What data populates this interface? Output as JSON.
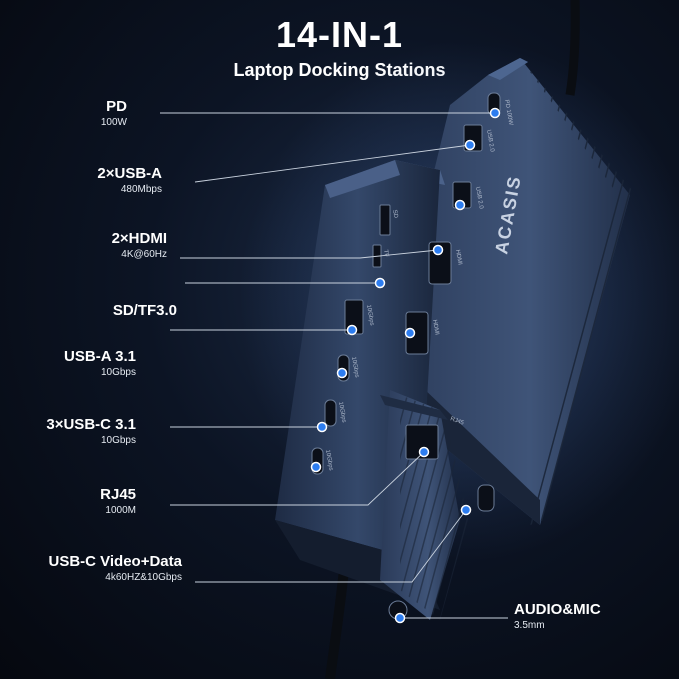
{
  "header": {
    "title": "14-IN-1",
    "subtitle": "Laptop Docking Stations"
  },
  "brand": "ACASIS",
  "ports": [
    {
      "name": "PD",
      "spec": "100W"
    },
    {
      "name": "2×USB-A",
      "spec": "480Mbps"
    },
    {
      "name": "2×HDMI",
      "spec": "4K@60Hz"
    },
    {
      "name": "SD/TF3.0",
      "spec": ""
    },
    {
      "name": "USB-A 3.1",
      "spec": "10Gbps"
    },
    {
      "name": "3×USB-C 3.1",
      "spec": "10Gbps"
    },
    {
      "name": "RJ45",
      "spec": "1000M"
    },
    {
      "name": "USB-C Video+Data",
      "spec": "4k60HZ&10Gbps"
    },
    {
      "name": "AUDIO&MIC",
      "spec": "3.5mm"
    }
  ],
  "port_markings": {
    "pd": "PD 100W",
    "usb2a": "USB 2.0",
    "usb2b": "USB 2.0",
    "hdmi1": "HDMI",
    "hdmi2": "HDMI",
    "usba31": "10Gbps",
    "usbc1": "10Gbps",
    "usbc2": "10Gbps",
    "usbc3": "10Gbps",
    "rj45": "RJ45",
    "sd": "SD",
    "tf": "TF"
  },
  "colors": {
    "accent": "#2d7df0",
    "leader": "#c9d2de",
    "body": "#2b3a55"
  }
}
